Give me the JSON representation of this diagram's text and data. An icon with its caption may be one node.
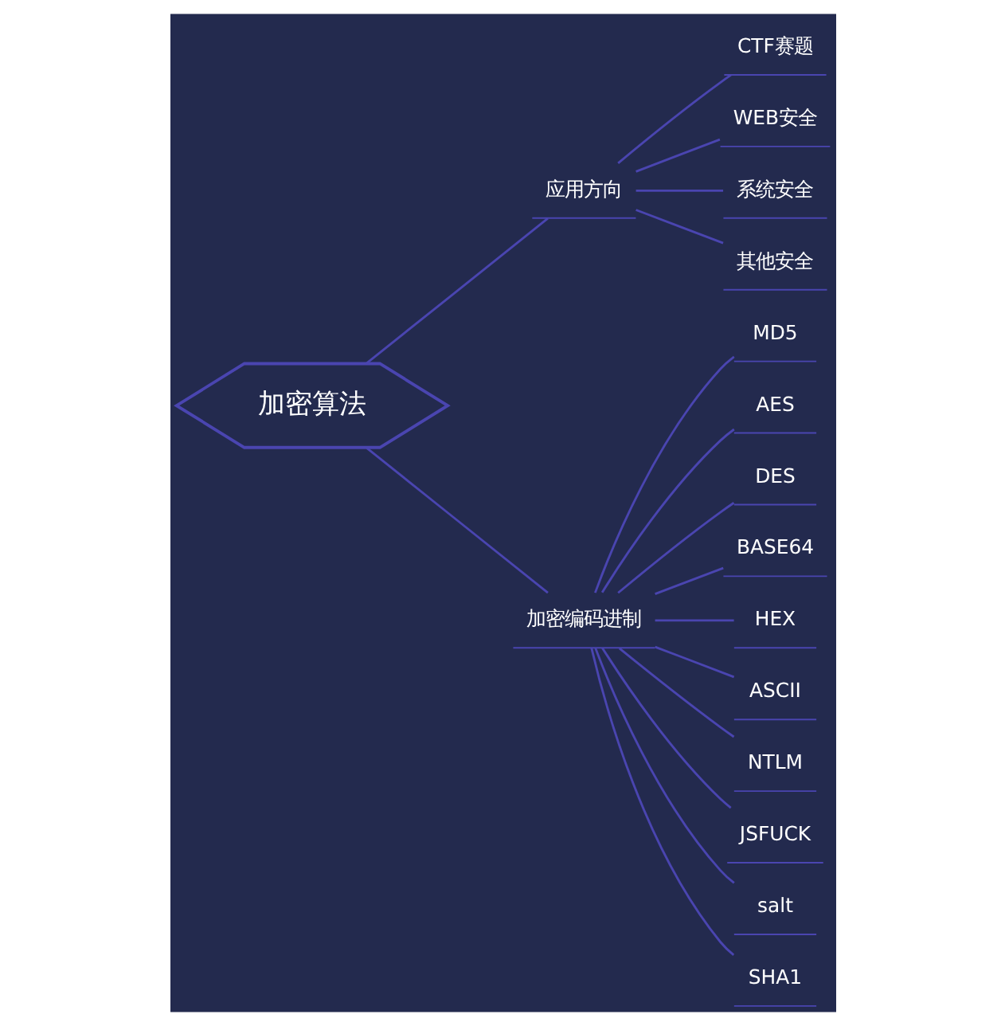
{
  "diagram": {
    "nodes": [
      {
        "text": [
          "加密算法"
        ]
      },
      {
        "text": [
          "应用方向"
        ]
      },
      {
        "text": [
          "CTF赛题"
        ]
      },
      {
        "text": [
          "WEB安全"
        ]
      },
      {
        "text": [
          "系统安全"
        ]
      },
      {
        "text": [
          "其他安全"
        ]
      },
      {
        "text": [
          "加密编码进制"
        ]
      },
      {
        "text": [
          "MD5"
        ]
      },
      {
        "text": [
          "AES"
        ]
      },
      {
        "text": [
          "DES"
        ]
      },
      {
        "text": [
          "BASE64"
        ]
      },
      {
        "text": [
          "HEX"
        ]
      },
      {
        "text": [
          "ASCII"
        ]
      },
      {
        "text": [
          "NTLM"
        ]
      },
      {
        "text": [
          "JSFUCK"
        ]
      },
      {
        "text": [
          "salt"
        ]
      },
      {
        "text": [
          "SHA1"
        ]
      }
    ],
    "edges": [
      {
        "from": 0,
        "to": 1,
        "arrow": "none"
      },
      {
        "from": 1,
        "to": 2,
        "arrow": "none"
      },
      {
        "from": 1,
        "to": 3,
        "arrow": "none"
      },
      {
        "from": 1,
        "to": 4,
        "arrow": "none"
      },
      {
        "from": 1,
        "to": 5,
        "arrow": "none"
      },
      {
        "from": 0,
        "to": 6,
        "arrow": "none"
      },
      {
        "from": 6,
        "to": 7,
        "arrow": "none"
      },
      {
        "from": 6,
        "to": 8,
        "arrow": "none"
      },
      {
        "from": 6,
        "to": 9,
        "arrow": "none"
      },
      {
        "from": 6,
        "to": 10,
        "arrow": "none"
      },
      {
        "from": 6,
        "to": 11,
        "arrow": "none"
      },
      {
        "from": 6,
        "to": 12,
        "arrow": "none"
      },
      {
        "from": 6,
        "to": 13,
        "arrow": "none"
      },
      {
        "from": 6,
        "to": 14,
        "arrow": "none"
      },
      {
        "from": 6,
        "to": 15,
        "arrow": "none"
      },
      {
        "from": 6,
        "to": 16,
        "arrow": "none"
      }
    ]
  }
}
